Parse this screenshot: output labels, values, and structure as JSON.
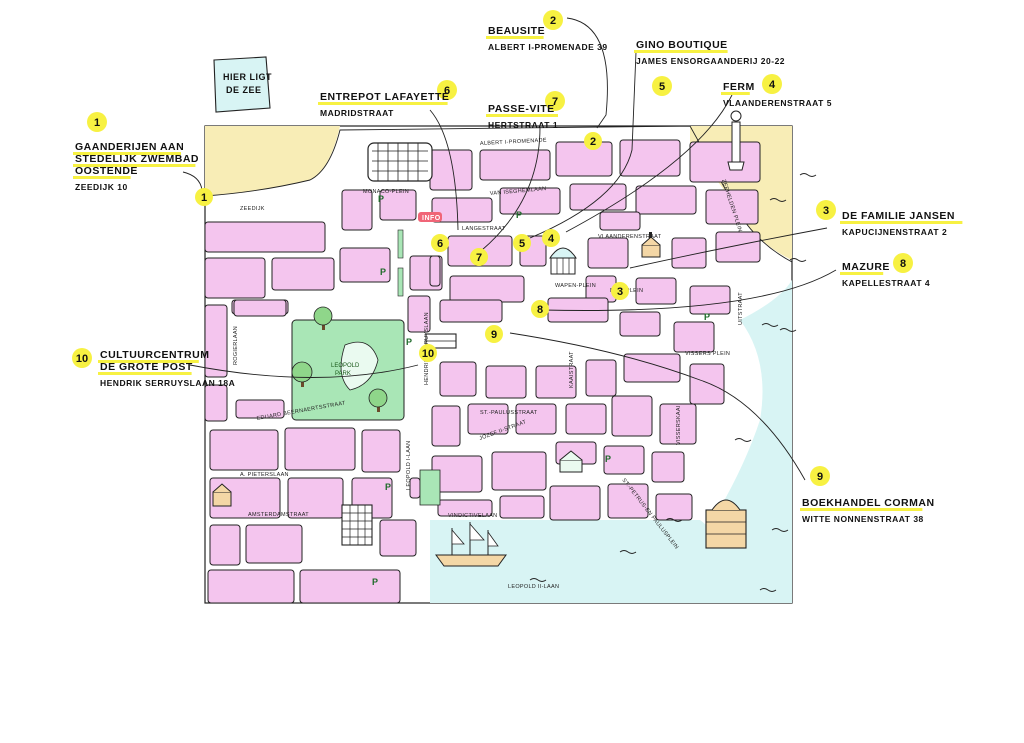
{
  "sea_label": "HIER LIGT DE ZEE",
  "info_badge": "INFO",
  "parking_letter": "P",
  "colors": {
    "block": "#f4c5ee",
    "sand": "#f8edb6",
    "water": "#d8f4f4",
    "park": "#a9e6b6",
    "highlight": "#f7f142",
    "info": "#f06577"
  },
  "listings": [
    {
      "num": "1",
      "name_lines": [
        "GAANDERIJEN AAN",
        "STEDELIJK ZWEMBAD",
        "OOSTENDE"
      ],
      "address": "ZEEDIJK 10"
    },
    {
      "num": "2",
      "name_lines": [
        "BEAUSITE"
      ],
      "address": "ALBERT I-PROMENADE 39"
    },
    {
      "num": "3",
      "name_lines": [
        "DE FAMILIE JANSEN"
      ],
      "address": "KAPUCIJNENSTRAAT 2"
    },
    {
      "num": "4",
      "name_lines": [
        "FERM"
      ],
      "address": "VLAANDERENSTRAAT 5"
    },
    {
      "num": "5",
      "name_lines": [
        "GINO BOUTIQUE"
      ],
      "address": "JAMES ENSORGAANDERIJ 20-22"
    },
    {
      "num": "6",
      "name_lines": [
        "ENTREPOT LAFAYETTE"
      ],
      "address": "MADRIDSTRAAT"
    },
    {
      "num": "7",
      "name_lines": [
        "PASSE-VITE"
      ],
      "address": "HERTSTRAAT 1"
    },
    {
      "num": "8",
      "name_lines": [
        "MAZURE"
      ],
      "address": "KAPELLESTRAAT 4"
    },
    {
      "num": "9",
      "name_lines": [
        "BOEKHANDEL CORMAN"
      ],
      "address": "WITTE NONNENSTRAAT 38"
    },
    {
      "num": "10",
      "name_lines": [
        "CULTUURCENTRUM",
        "DE GROTE POST"
      ],
      "address": "HENDRIK SERRUYSLAAN 18A"
    }
  ],
  "streets": [
    "ZEEDIJK",
    "ALBERT I-PROMENADE",
    "MONACO-PLEIN",
    "VAN ISEGHEMLAAN",
    "LANGESTRAAT",
    "WAPEN-PLEIN",
    "MIJN PLEIN",
    "ZEEHELDEN PLEIN",
    "VISSERS PLEIN",
    "LEOPOLD PARK",
    "ST.-PAULUSSTRAAT",
    "JOZEF II-STRAAT",
    "ST.-PETRUS-EN PAULUSPLEIN",
    "AMSTERDAMSTRAAT",
    "A. PIETERSLAAN",
    "EDUARD BEERNAERTSSTRAAT",
    "VINDICTIVELAAN",
    "LEOPOLD II-LAAN",
    "HENDRIK SERRUYSLAAN",
    "LEOPOLD I-LAAN",
    "KAAISTRAAT",
    "VLAANDERENSTRAAT",
    "ROGIERLAAN",
    "UITSTRAAT",
    "VISSERSKAAI"
  ]
}
